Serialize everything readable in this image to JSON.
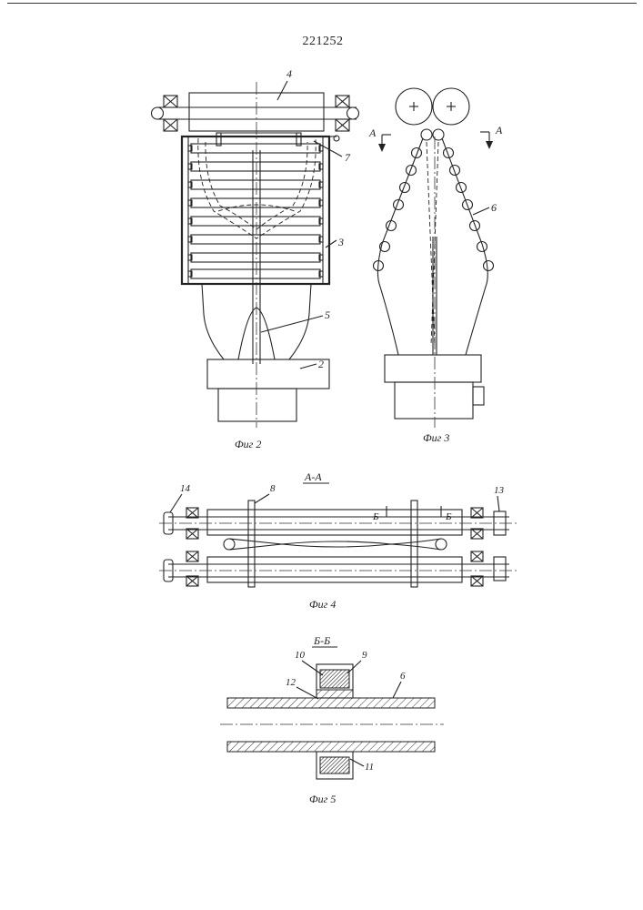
{
  "document": {
    "patent_number": "221252",
    "figures": [
      {
        "caption": "Фиг 2",
        "labels": [
          "4",
          "7",
          "3",
          "5",
          "2"
        ]
      },
      {
        "caption": "Фиг 3",
        "labels": [
          "А",
          "А",
          "6"
        ]
      },
      {
        "caption": "Фиг 4",
        "section_title": "А-А",
        "labels": [
          "14",
          "8",
          "Б",
          "Б",
          "13"
        ]
      },
      {
        "caption": "Фиг 5",
        "section_title": "Б-Б",
        "labels": [
          "10",
          "9",
          "12",
          "6",
          "11"
        ]
      }
    ]
  }
}
